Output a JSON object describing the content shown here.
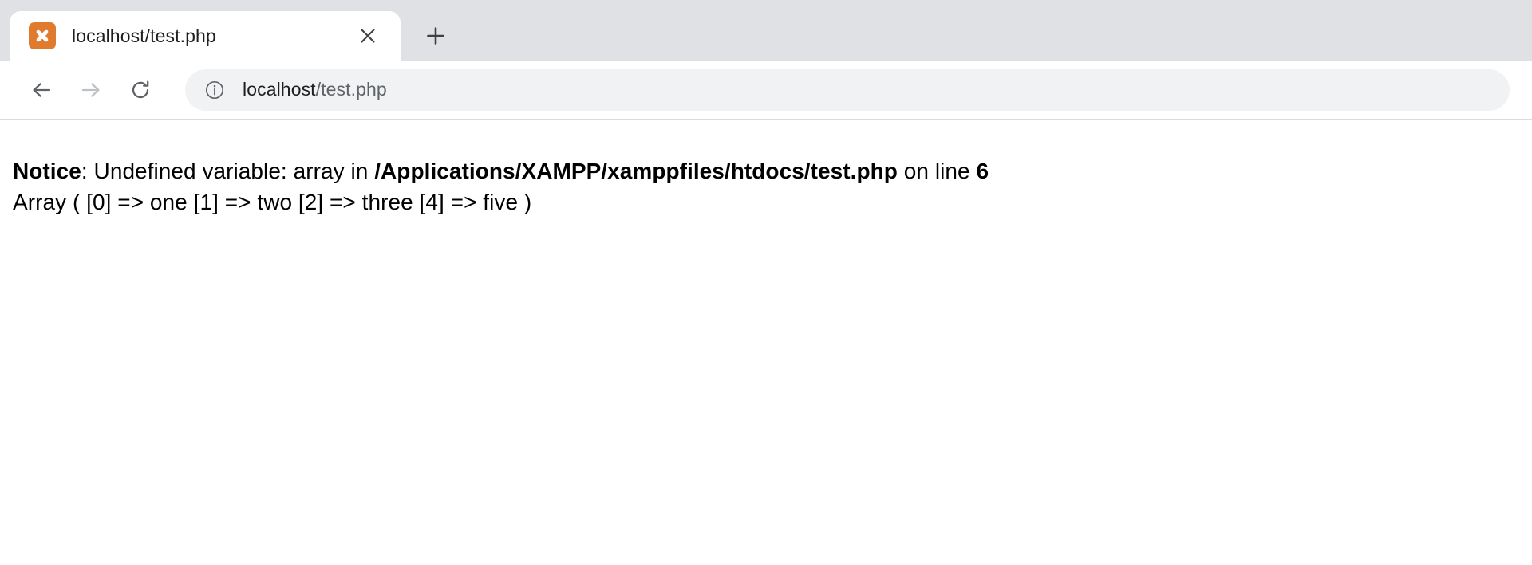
{
  "window": {
    "tabstrip": {
      "tabs": [
        {
          "title": "localhost/test.php",
          "favicon": "xampp-favicon",
          "favicon_color": "#e07b2e",
          "active": true,
          "close_label": "×"
        }
      ],
      "new_tab_label": "+",
      "background_color": "#e0e1e4"
    },
    "toolbar": {
      "back_label": "←",
      "forward_label": "→",
      "reload_label": "⟳",
      "back_enabled": true,
      "forward_enabled": false,
      "omnibox": {
        "security_icon": "info-circle-icon",
        "host": "localhost",
        "path": "/test.php",
        "full_url": "localhost/test.php",
        "background_color": "#f1f2f4"
      }
    }
  },
  "page": {
    "notice": {
      "label": "Notice",
      "separator": ": ",
      "message": "Undefined variable: array",
      "in_word": " in ",
      "file": "/Applications/XAMPP/xamppfiles/htdocs/test.php",
      "on_line_word": " on line ",
      "line_number": "6"
    },
    "array_dump": "Array ( [0] => one [1] => two [2] => three [4] => five )"
  }
}
